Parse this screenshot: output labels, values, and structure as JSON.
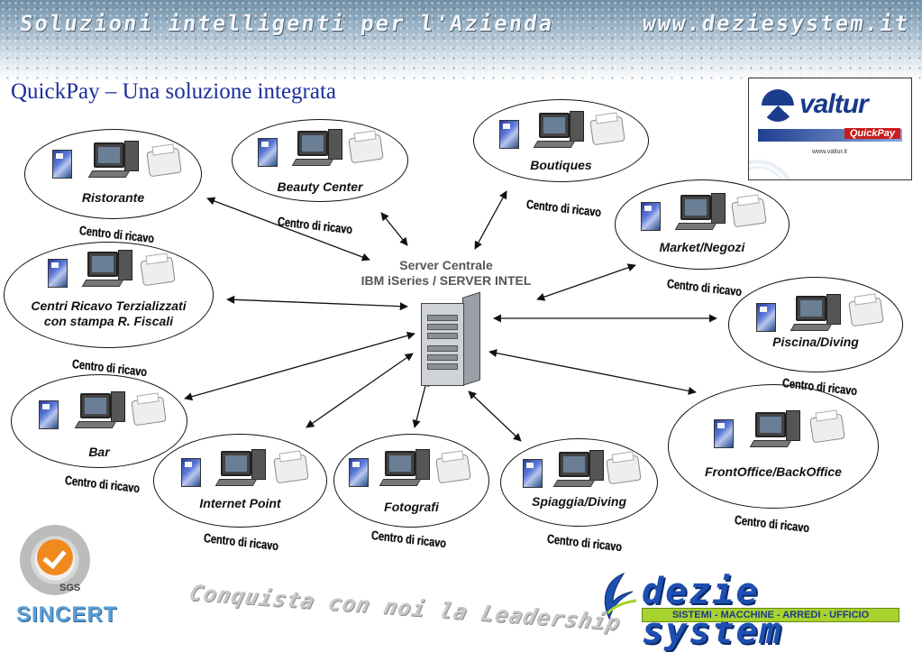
{
  "header": {
    "banner_left": "Soluzioni intelligenti per l'Azienda",
    "banner_right": "www.deziesystem.it",
    "title": "QuickPay – Una soluzione integrata"
  },
  "server": {
    "line1": "Server Centrale",
    "line2": "IBM iSeries / SERVER INTEL"
  },
  "nodes": [
    {
      "id": "ristorante",
      "label": "Ristorante"
    },
    {
      "id": "beauty",
      "label": "Beauty Center"
    },
    {
      "id": "boutiques",
      "label": "Boutiques"
    },
    {
      "id": "market",
      "label": "Market/Negozi"
    },
    {
      "id": "terz",
      "label": "Centri Ricavo Terzializzati",
      "label2": "con stampa R. Fiscali"
    },
    {
      "id": "piscina",
      "label": "Piscina/Diving"
    },
    {
      "id": "bar",
      "label": "Bar"
    },
    {
      "id": "front",
      "label": "FrontOffice/BackOffice"
    },
    {
      "id": "internet",
      "label": "Internet Point"
    },
    {
      "id": "fotografi",
      "label": "Fotografi"
    },
    {
      "id": "spiaggia",
      "label": "Spiaggia/Diving"
    }
  ],
  "centro_label": "Centro di ricavo",
  "valtur": {
    "brand": "valtur",
    "product": "QuickPay",
    "url": "www.valtur.it"
  },
  "footer": {
    "sgs": "SGS",
    "sincert": "SINCERT",
    "slogan": "Conquista con noi la Leadership",
    "company": "dezie system",
    "company_sub": "SISTEMI - MACCHINE - ARREDI - UFFICIO"
  },
  "colors": {
    "title": "#1a2f9a",
    "dezie_blue": "#1d4fb3",
    "dezie_green": "#a8d22e"
  }
}
